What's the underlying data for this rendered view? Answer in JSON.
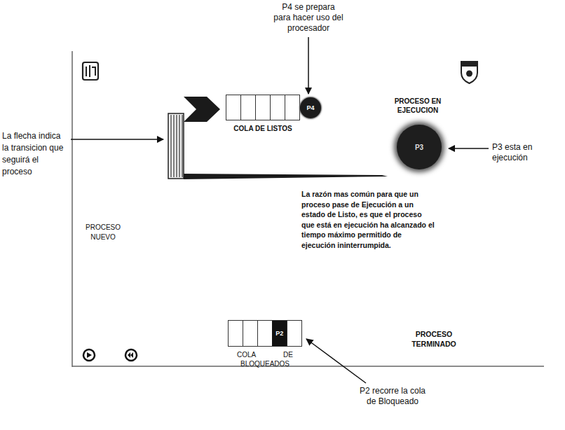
{
  "diagram": {
    "nodes": [
      {
        "text": [
          "COLA DE LISTOS"
        ]
      },
      {
        "text": [
          "P4"
        ]
      },
      {
        "text": [
          "P3"
        ]
      },
      {
        "text": [
          "COLA DE BLOQUEADOS"
        ]
      },
      {
        "text": [
          "P2"
        ],
        "in": 3
      }
    ],
    "labels": [
      "P4 se prepara para hacer uso del procesador",
      "PROCESO EN EJECUCION",
      "La flecha indica la transicion que seguirá el proceso",
      "P3 esta en ejecución",
      "PROCESO NUEVO",
      "La razón mas común para que un proceso pase de Ejecución a un estado de Listo, es que el proceso que está en ejecución ha alcanzado el tiempo máximo permitido de ejecución ininterrumpida.",
      "PROCESO TERMINADO",
      "P2 recorre la cola de Bloqueado"
    ]
  }
}
